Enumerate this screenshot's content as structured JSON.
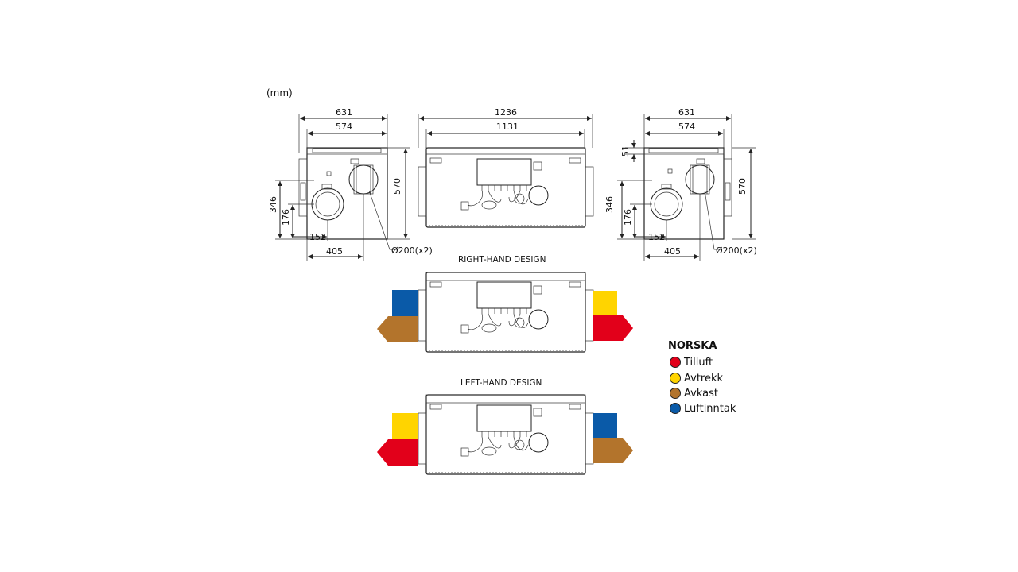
{
  "unit_label": "(mm)",
  "views": {
    "left_end": {
      "width_outer": "631",
      "width_inner": "574",
      "height": "570",
      "inlet_height": "346",
      "inlet_center": "176",
      "offset_x": "152",
      "spacing_x": "405",
      "duct": "Ø200(x2)"
    },
    "front": {
      "length_outer": "1236",
      "length_inner": "1131"
    },
    "right_end": {
      "width_outer": "631",
      "width_inner": "574",
      "top_offset": "51",
      "height": "570",
      "inlet_height": "346",
      "inlet_center": "176",
      "offset_x": "152",
      "spacing_x": "405",
      "duct": "Ø200(x2)"
    }
  },
  "designs": {
    "right_hand": {
      "title": "RIGHT-HAND DESIGN"
    },
    "left_hand": {
      "title": "LEFT-HAND DESIGN"
    }
  },
  "legend": {
    "title": "NORSKA",
    "items": [
      {
        "label": "Tilluft",
        "color": "#e2001a"
      },
      {
        "label": "Avtrekk",
        "color": "#ffd400"
      },
      {
        "label": "Avkast",
        "color": "#b3742c"
      },
      {
        "label": "Luftinntak",
        "color": "#0a5aa8"
      }
    ]
  },
  "colors": {
    "supply": "#e2001a",
    "extract": "#ffd400",
    "exhaust": "#b3742c",
    "intake": "#0a5aa8"
  }
}
